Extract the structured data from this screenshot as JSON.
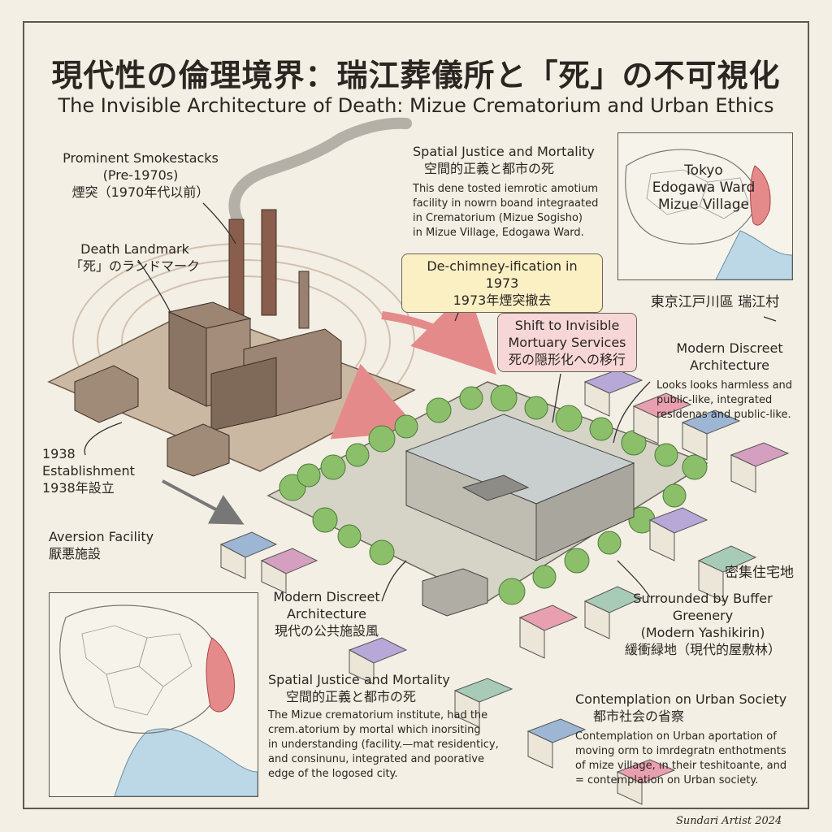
{
  "title": {
    "jp": "現代性の倫理境界：瑞江葬儀所と「死」の不可視化",
    "en": "The Invisible Architecture of Death: Mizue Crematorium and Urban Ethics"
  },
  "labels": {
    "smokestacks": {
      "line1": "Prominent Smokestacks",
      "line2": "(Pre-1970s)",
      "line3": "煙突（1970年代以前）"
    },
    "death_landmark": {
      "line1": "Death Landmark",
      "line2": "「死」のランドマーク"
    },
    "establishment": {
      "line1": "1938",
      "line2": "Establishment",
      "line3": "1938年設立"
    },
    "aversion": {
      "line1": "Aversion Facility",
      "line2": "厭悪施設"
    },
    "spatial_top": {
      "title_en": "Spatial Justice and Mortality",
      "title_jp": "空間的正義と都市の死",
      "body1": "This dene tosted iemrotic amotium",
      "body2": "facility in nowrn boand integraated",
      "body3": "in Crematorium (Mizue Sogisho)",
      "body4": "in Mizue Village, Edogawa Ward."
    },
    "dechimney": {
      "line1": "De-chimney-ification in 1973",
      "line2": "1973年煙突撤去"
    },
    "shift": {
      "line1": "Shift to Invisible",
      "line2": "Mortuary Services",
      "line3": "死の隠形化への移行"
    },
    "modern_top": {
      "line1": "Modern Discreet",
      "line2": "Architecture",
      "body1": "Looks looks harmless and",
      "body2": "public-like, integrated",
      "body3": "residenas and public-like."
    },
    "dense": "密集住宅地",
    "modern_bottom": {
      "line1": "Modern Discreet",
      "line2": "Architecture",
      "line3": "現代の公共施設風"
    },
    "buffer": {
      "line1": "Surrounded by Buffer",
      "line2": "Greenery",
      "line3": "(Modern Yashikirin)",
      "line4": "緩衝緑地（現代的屋敷林）"
    },
    "spatial_bottom": {
      "title_en": "Spatial Justice and Mortality",
      "title_jp": "空間的正義と都市の死",
      "body1": "The Mizue crematorium institute, had the",
      "body2": "crem.atorium by mortal which inorsiting",
      "body3": "in understanding (facility.—mat residenticy,",
      "body4": "and consinunu, integrated and poorative",
      "body5": "edge of the logosed city."
    },
    "contemplation": {
      "title_en": "Contemplation on Urban Society",
      "title_jp": "都市社会の省察",
      "body1": "Contemplation on Urban aportation of",
      "body2": "moving orm to imrdegratn enthotments",
      "body3": "of mize village, ın their teshitoante, and",
      "body4": "= contemplation on Urban society."
    },
    "map_top": {
      "line1": "Tokyo",
      "line2": "Edogawa Ward",
      "line3": "Mizue Village",
      "caption": "東京江戸川區 瑞江村"
    },
    "signature": "Sundari Artist 2024"
  },
  "colors": {
    "paper": "#f3efe4",
    "ink": "#2a2622",
    "callout_yellow": "#fbefc4",
    "callout_pink": "#f6d6d6",
    "arrow_pink": "#e58a8a",
    "map_highlight": "#e58a8a",
    "water": "#bcd8e6",
    "greenery": "#8bbf6a",
    "old_building": "#8a7463"
  }
}
